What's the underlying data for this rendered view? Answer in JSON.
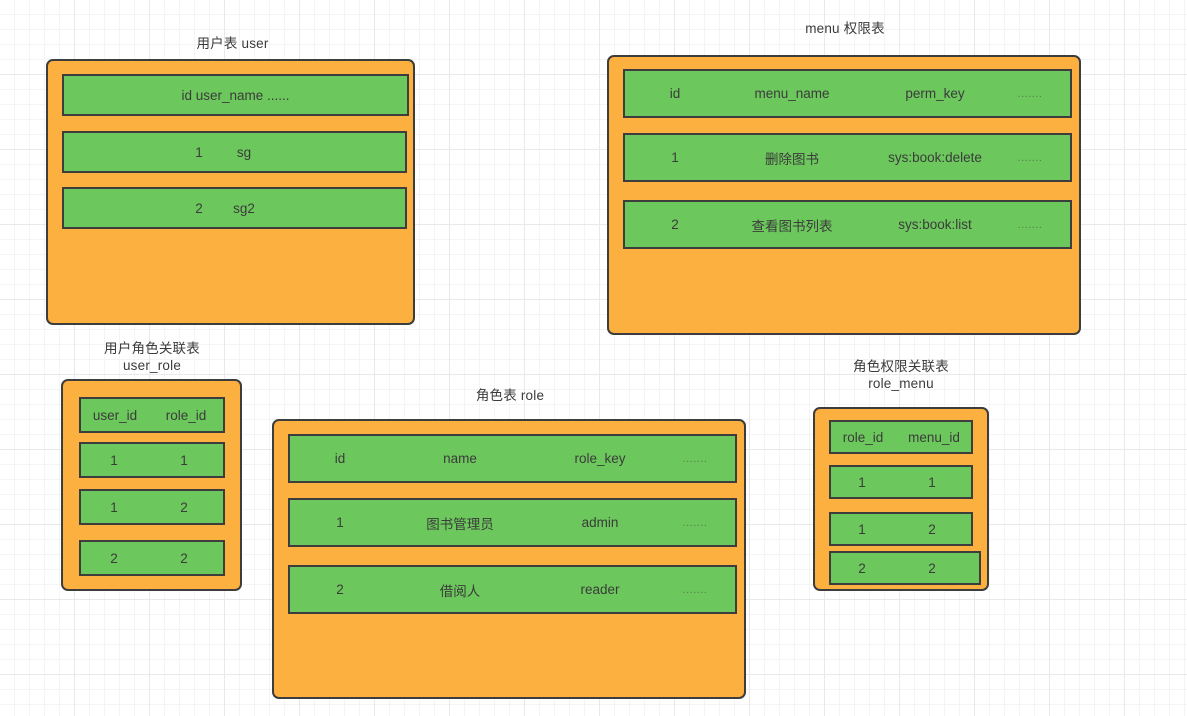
{
  "canvas": {
    "background_color": "#ffffff",
    "grid_minor_color": "#f4f4f4",
    "grid_major_color": "#e9e9e9",
    "box_fill": "#fbb040",
    "row_fill": "#6cc85c",
    "border_color": "#3d3d3d",
    "text_color": "#3b3b3b"
  },
  "tables": {
    "user": {
      "title": "用户表  user",
      "rows": [
        {
          "cells": [
            "id user_name ......"
          ]
        },
        {
          "cells": [
            "1",
            "sg"
          ]
        },
        {
          "cells": [
            "2",
            "sg2"
          ]
        }
      ]
    },
    "menu": {
      "title": "menu 权限表",
      "rows": [
        {
          "cells": [
            "id",
            "menu_name",
            "perm_key",
            "......."
          ]
        },
        {
          "cells": [
            "1",
            "删除图书",
            "sys:book:delete",
            "......."
          ]
        },
        {
          "cells": [
            "2",
            "查看图书列表",
            "sys:book:list",
            "......."
          ]
        }
      ]
    },
    "user_role": {
      "title": "用户角色关联表\nuser_role",
      "rows": [
        {
          "cells": [
            "user_id",
            "role_id"
          ]
        },
        {
          "cells": [
            "1",
            "1"
          ]
        },
        {
          "cells": [
            "1",
            "2"
          ]
        },
        {
          "cells": [
            "2",
            "2"
          ]
        }
      ]
    },
    "role": {
      "title": "角色表   role",
      "rows": [
        {
          "cells": [
            "id",
            "name",
            "role_key",
            "......."
          ]
        },
        {
          "cells": [
            "1",
            "图书管理员",
            "admin",
            "......."
          ]
        },
        {
          "cells": [
            "2",
            "借阅人",
            "reader",
            "......."
          ]
        }
      ]
    },
    "role_menu": {
      "title": "角色权限关联表\nrole_menu",
      "rows": [
        {
          "cells": [
            "role_id",
            "menu_id"
          ]
        },
        {
          "cells": [
            "1",
            "1"
          ]
        },
        {
          "cells": [
            "1",
            "2"
          ]
        },
        {
          "cells": [
            "2",
            "2"
          ]
        }
      ]
    }
  }
}
